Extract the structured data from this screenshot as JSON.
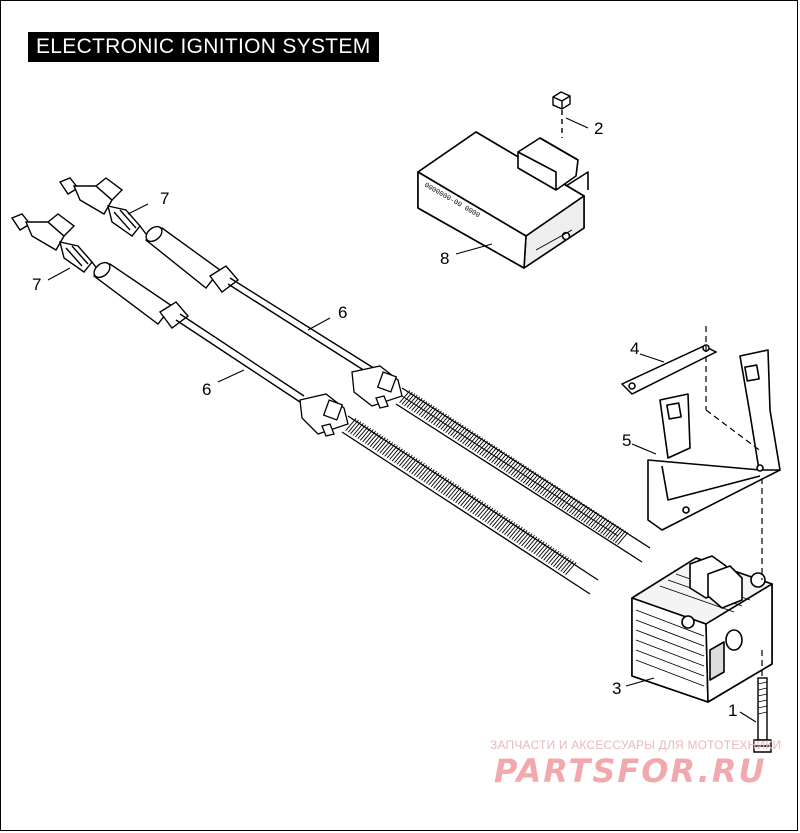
{
  "title": "ELECTRONIC IGNITION SYSTEM",
  "callouts": {
    "c1": "1",
    "c2": "2",
    "c3": "3",
    "c4": "4",
    "c5": "5",
    "c6a": "6",
    "c6b": "6",
    "c7a": "7",
    "c7b": "7",
    "c8": "8"
  },
  "module_label": "0000000-00 0000",
  "watermark": {
    "tagline": "ЗАПЧАСТИ И АКСЕССУАРЫ ДЛЯ МОТОТЕХНИКИ",
    "logo": "PARTSFOR.RU"
  }
}
